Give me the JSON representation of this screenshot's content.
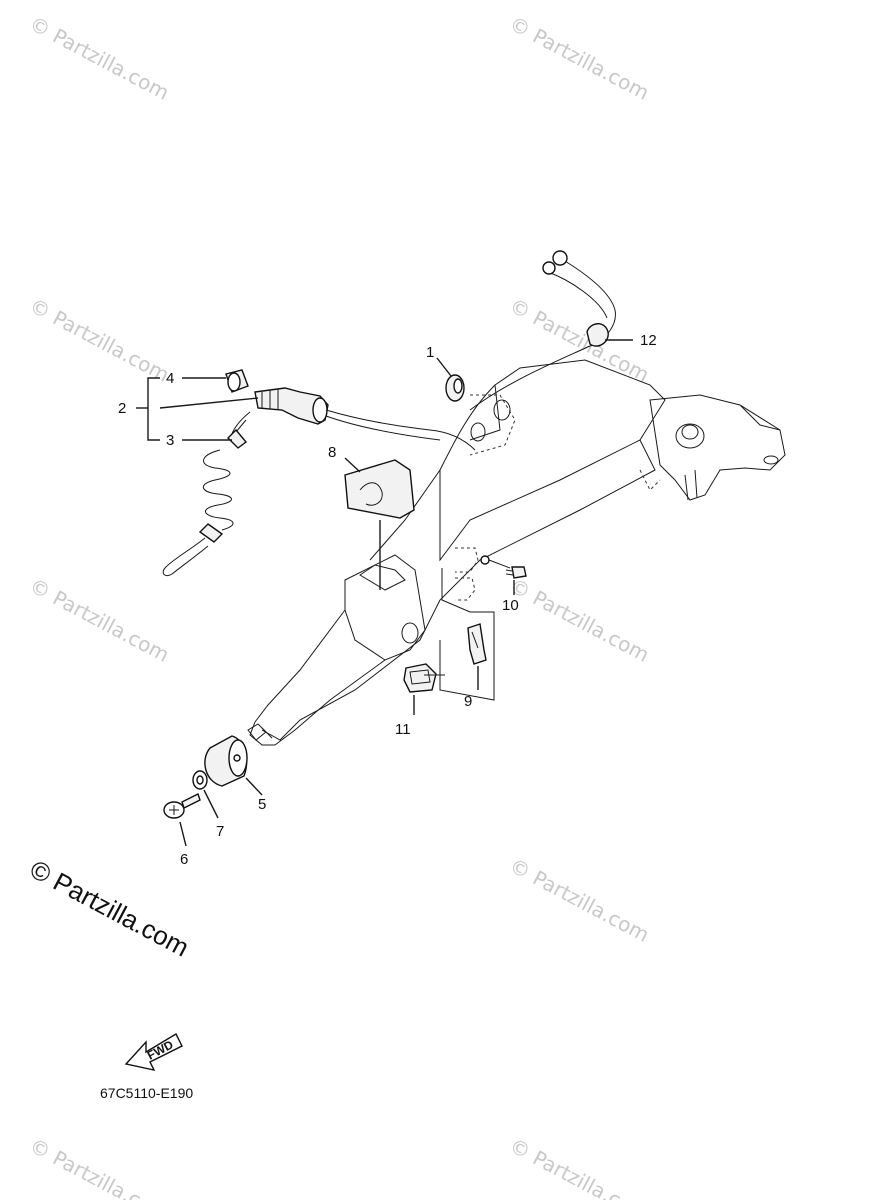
{
  "diagram": {
    "callouts": [
      {
        "id": "1",
        "label": "1"
      },
      {
        "id": "2",
        "label": "2"
      },
      {
        "id": "3",
        "label": "3"
      },
      {
        "id": "4",
        "label": "4"
      },
      {
        "id": "5",
        "label": "5"
      },
      {
        "id": "6",
        "label": "6"
      },
      {
        "id": "7",
        "label": "7"
      },
      {
        "id": "8",
        "label": "8"
      },
      {
        "id": "9",
        "label": "9"
      },
      {
        "id": "10",
        "label": "10"
      },
      {
        "id": "11",
        "label": "11"
      },
      {
        "id": "12",
        "label": "12"
      }
    ],
    "fwd_label": "FWD",
    "diagram_code": "67C5110-E190",
    "watermark_main": "© Partzilla.com",
    "watermark_tile": "© Partzilla.com"
  },
  "colors": {
    "line": "#1a1a1a",
    "watermark": "#c8c8c8",
    "background": "#ffffff"
  }
}
